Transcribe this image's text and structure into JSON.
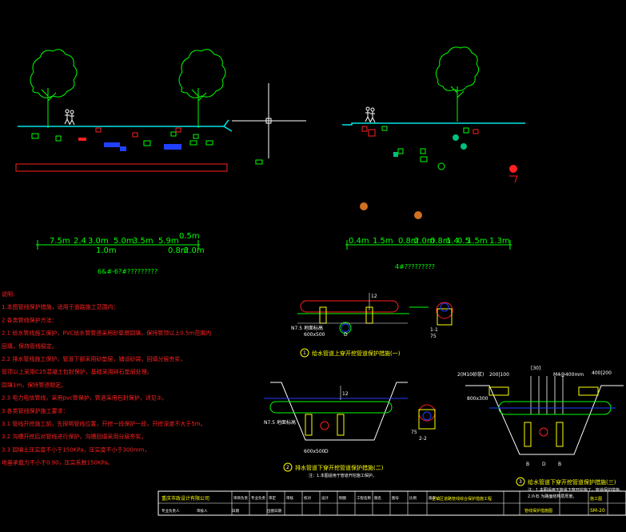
{
  "colors": {
    "background": "#000000",
    "tree": "#00ff00",
    "ground": "#00e5e5",
    "pipe": "#00ff00",
    "dimension": "#00ff00",
    "red_label": "#ff2020",
    "blue_label": "#2040ff",
    "orange": "#d07020",
    "yellow": "#ffff00",
    "white": "#ffffff",
    "magenta": "#ff40ff"
  },
  "section_left": {
    "dims": [
      "7.5m",
      "2.4",
      "3.0m",
      "5.0m",
      "3.5m",
      "5.9m",
      "0.5m"
    ],
    "dims_lower": [
      "1.0m",
      "0.8m",
      "2.0m"
    ],
    "title": "6&#-6?#?????????"
  },
  "section_right": {
    "dims": [
      "0.4m",
      "1.5m",
      "0.8m",
      "2.0m",
      "0.8m",
      "1.4",
      "0.5",
      "1.5m",
      "1.3m"
    ],
    "title": "4#?????????"
  },
  "notes": {
    "lines": [
      "说明:",
      "1.本图管线保护措施，适用于道路施工范围内：",
      "2.各类管线保护方法：",
      "2.1 给水管线施工保护，PVC给水管管道采用砂垫层回填，保持管顶以上0.5m范围内",
      "    回填，保持管线稳定。",
      "2.2 排水管线施工保护，管道下部采用砂垫层，铺设砂袋，回填分层夯实，",
      "    管顶以上采用C25混凝土包封保护，基础采用碎石垫层处理。",
      "    回填1m，保持管道稳定。",
      "2.3 电力电信管线，采用pvc管保护，管道采用包封保护，详见③。",
      "3.各类管线保护施工要求：",
      "3.1 管线开挖施工前，先探明管线位置，开挖一段保护一段，开挖深度不大于5m。",
      "3.2 沟槽开挖后对管线进行保护，沟槽回填采用分层夯实，",
      "3.3 回填土压实度不小于150KPa，压实度不小于300mm，",
      "    地基承载力不小于0.90，压实系数150KPa。"
    ]
  },
  "details": {
    "d1": {
      "number": "1",
      "title": "给水管道上穿开挖管道保护措施(一)",
      "labels": [
        "N7.5 地面标高",
        "600x500",
        "D",
        "75",
        "1-1",
        "12"
      ]
    },
    "d2": {
      "number": "2",
      "title": "排水管道下穿开挖管道保护措施(二)",
      "note": "注：1.本图适用于管道开挖施工保护。",
      "labels": [
        "N7.5 地面标高",
        "600x500",
        "D",
        "12",
        "2-2",
        "75"
      ]
    },
    "d3": {
      "number": "3",
      "title": "给水管道下穿开挖管道保护措施(三)",
      "note1": "注：1.本图适用于管道下穿开挖施工，管道保护措施。",
      "note2": "    2.片石 为路面结构层厚度。",
      "labels": [
        "2(M10砂浆)",
        "200|100",
        "[30]",
        "M4@400mm",
        "400|200",
        "800x300",
        "B",
        "B",
        "D"
      ]
    }
  },
  "title_block": {
    "company": "重庆市政设计有限公司",
    "cells": [
      "项目负责",
      "专业负责",
      "审定",
      "审核",
      "校对",
      "设计",
      "制图",
      "工程名称",
      "图名",
      "图号",
      "比例",
      "版次"
    ],
    "row2": [
      "专业负责人",
      "审核人",
      "日期",
      "出图日期"
    ],
    "project": "全镇区道路管线综合保护措施工程",
    "drawing_name": "管线保护措施图",
    "drawing_no": "SM-20",
    "scale": "施工图"
  }
}
